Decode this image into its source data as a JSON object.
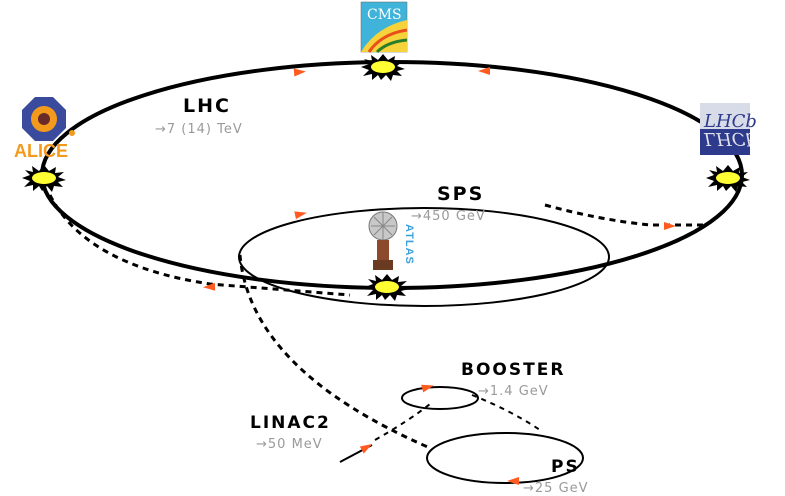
{
  "accelerators": {
    "lhc": {
      "name": "LHC",
      "energy": "→7 (14) TeV"
    },
    "sps": {
      "name": "SPS",
      "energy": "→450 GeV"
    },
    "booster": {
      "name": "BOOSTER",
      "energy": "→1.4 GeV"
    },
    "linac": {
      "name": "LINAC2",
      "energy": "→50 MeV"
    },
    "ps": {
      "name": "PS",
      "energy": "→25 GeV"
    }
  },
  "experiments": {
    "cms": {
      "logo_text": "CMS",
      "icon": "cms-logo"
    },
    "alice": {
      "logo_text": "ALICE",
      "icon": "alice-logo"
    },
    "lhcb": {
      "logo_text": "LHCb",
      "icon": "lhcb-logo"
    },
    "atlas": {
      "logo_text": "ATLAS",
      "icon": "atlas-logo"
    }
  },
  "colors": {
    "ring": "#000000",
    "arrow": "#ff5a1f",
    "collision_fill": "#ffff33",
    "energy_text": "#9a9a9a",
    "alice_orange": "#f39a1d",
    "lhcb_blue": "#2e3a8c"
  }
}
